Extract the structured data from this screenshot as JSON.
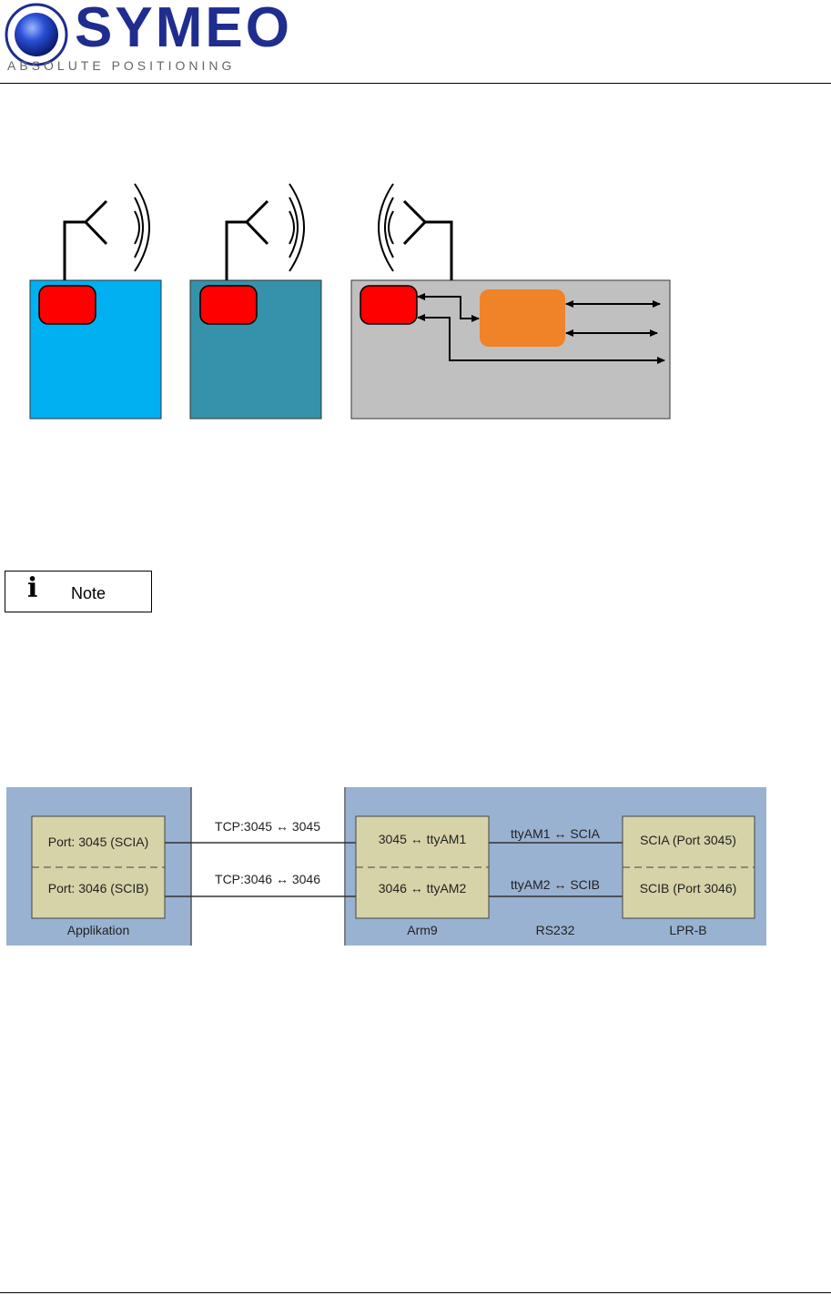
{
  "header": {
    "brand_name": "SYMEO",
    "tagline": "ABSOLUTE POSITIONING",
    "logo_icon": "blue-sphere-logo"
  },
  "note": {
    "icon": "info-icon",
    "glyph": "i",
    "label": "Note"
  },
  "port_diagram": {
    "colors": {
      "panel": "#99b2d1",
      "box": "#d6d3a8"
    },
    "application": {
      "port_a": "Port: 3045 (SCIA)",
      "port_b": "Port: 3046 (SCIB)",
      "caption": "Applikation"
    },
    "tcp_a": "TCP:3045 ↔ 3045",
    "tcp_b": "TCP:3046 ↔ 3046",
    "arm9": {
      "map_a": "3045 ↔ ttyAM1",
      "map_b": "3046 ↔ ttyAM2",
      "caption": "Arm9"
    },
    "rs232_a": "ttyAM1 ↔ SCIA",
    "rs232_b": "ttyAM2 ↔ SCIB",
    "rs232_caption": "RS232",
    "lpr": {
      "sci_a": "SCIA (Port 3045)",
      "sci_b": "SCIB (Port 3046)",
      "caption": "LPR-B"
    }
  }
}
